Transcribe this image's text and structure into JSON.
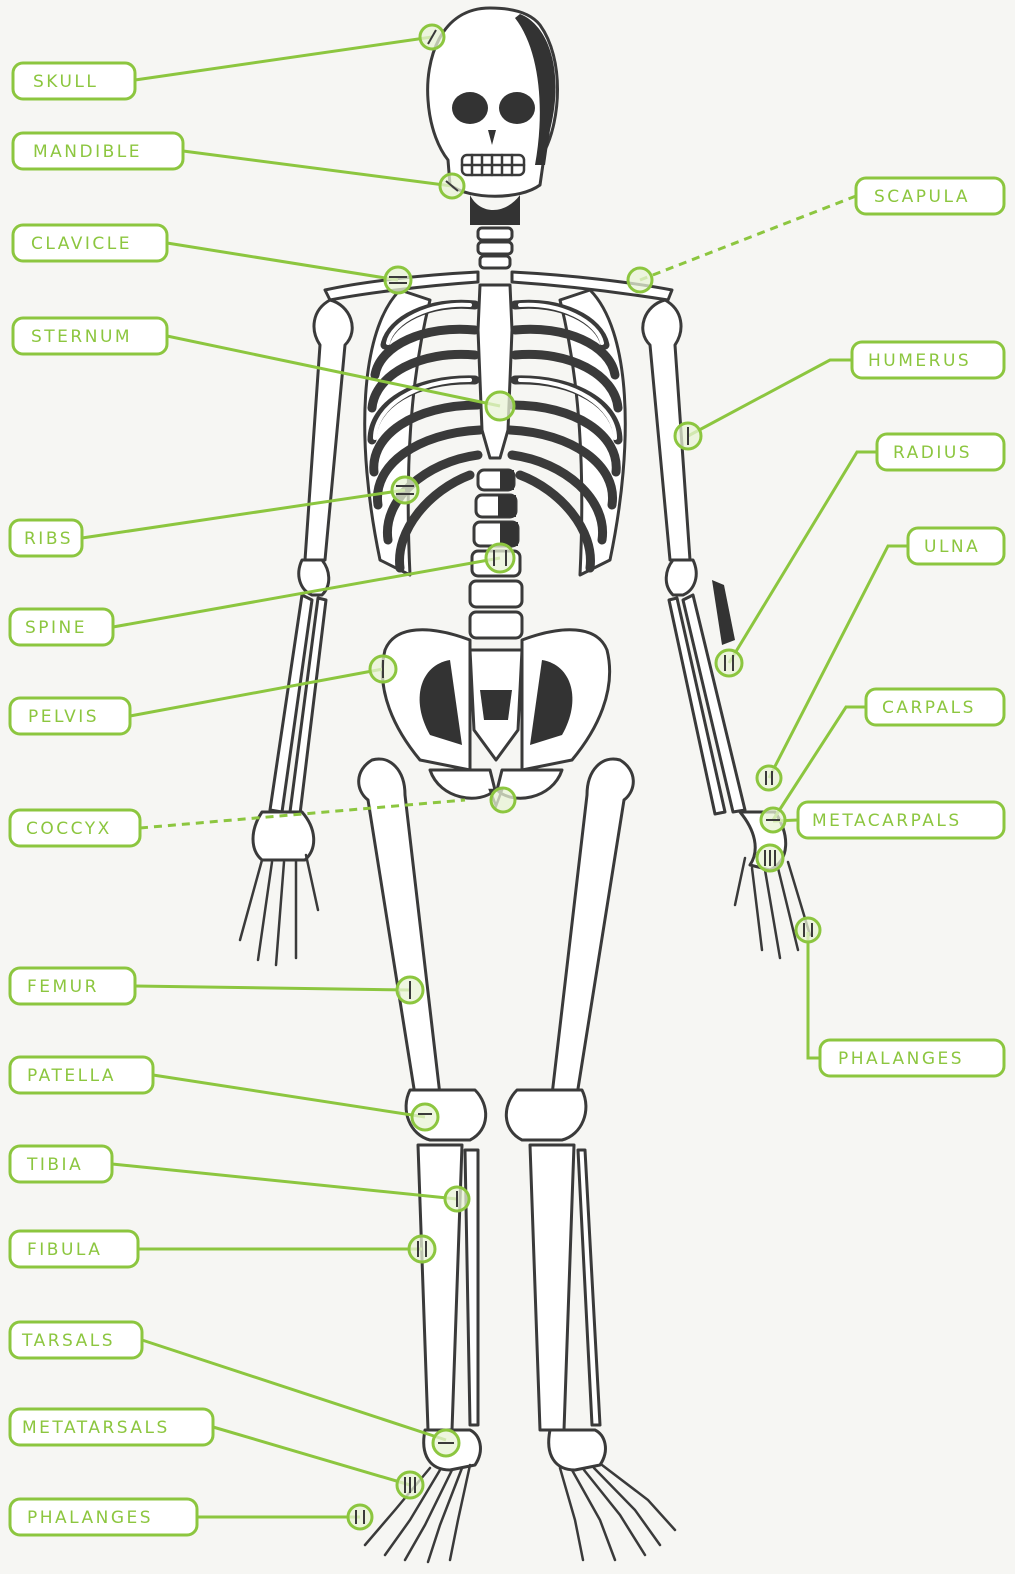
{
  "labels": {
    "skull": "SKULL",
    "mandible": "MANDIBLE",
    "clavicle": "CLAVICLE",
    "sternum": "STERNUM",
    "ribs": "RIBS",
    "spine": "SPINE",
    "pelvis": "PELVIS",
    "coccyx": "COCCYX",
    "femur": "FEMUR",
    "patella": "PATELLA",
    "tibia": "TIBIA",
    "fibula": "FIBULA",
    "tarsals": "TARSALS",
    "metatarsals": "METATARSALS",
    "phalanges_foot": "PHALANGES",
    "scapula": "SCAPULA",
    "humerus": "HUMERUS",
    "radius": "RADIUS",
    "ulna": "ULNA",
    "carpals": "CARPALS",
    "metacarpals": "METACARPALS",
    "phalanges_hand": "PHALANGES"
  },
  "colors": {
    "accent": "#8cc63f",
    "bone_outline": "#3a3a3a",
    "background": "#f6f6f3"
  }
}
